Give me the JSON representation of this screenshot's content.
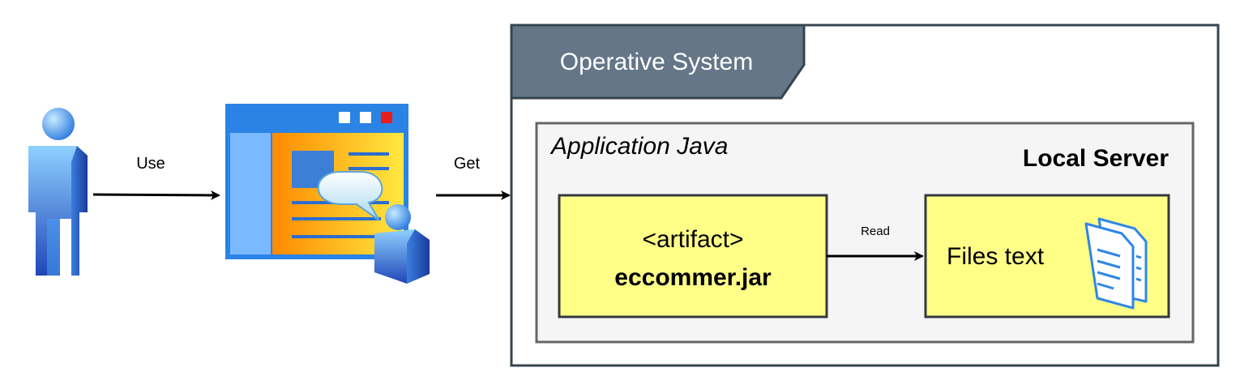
{
  "labels": {
    "use": "Use",
    "get": "Get",
    "read": "Read"
  },
  "os_frame": {
    "title": "Operative System"
  },
  "app_container": {
    "title": "Application Java",
    "server_label": "Local Server"
  },
  "artifact": {
    "stereotype": "<artifact>",
    "name": "eccommer.jar"
  },
  "files": {
    "label": "Files text"
  },
  "icons": {
    "user": "user-icon",
    "web_app": "web-application-icon",
    "documents": "documents-icon"
  },
  "colors": {
    "frame_border": "#36454f",
    "frame_tab": "#647687",
    "container_fill": "#f5f5f5",
    "container_border": "#666666",
    "box_fill": "#ffff88",
    "box_border": "#36393d",
    "icon_blue": "#2f86e8"
  }
}
